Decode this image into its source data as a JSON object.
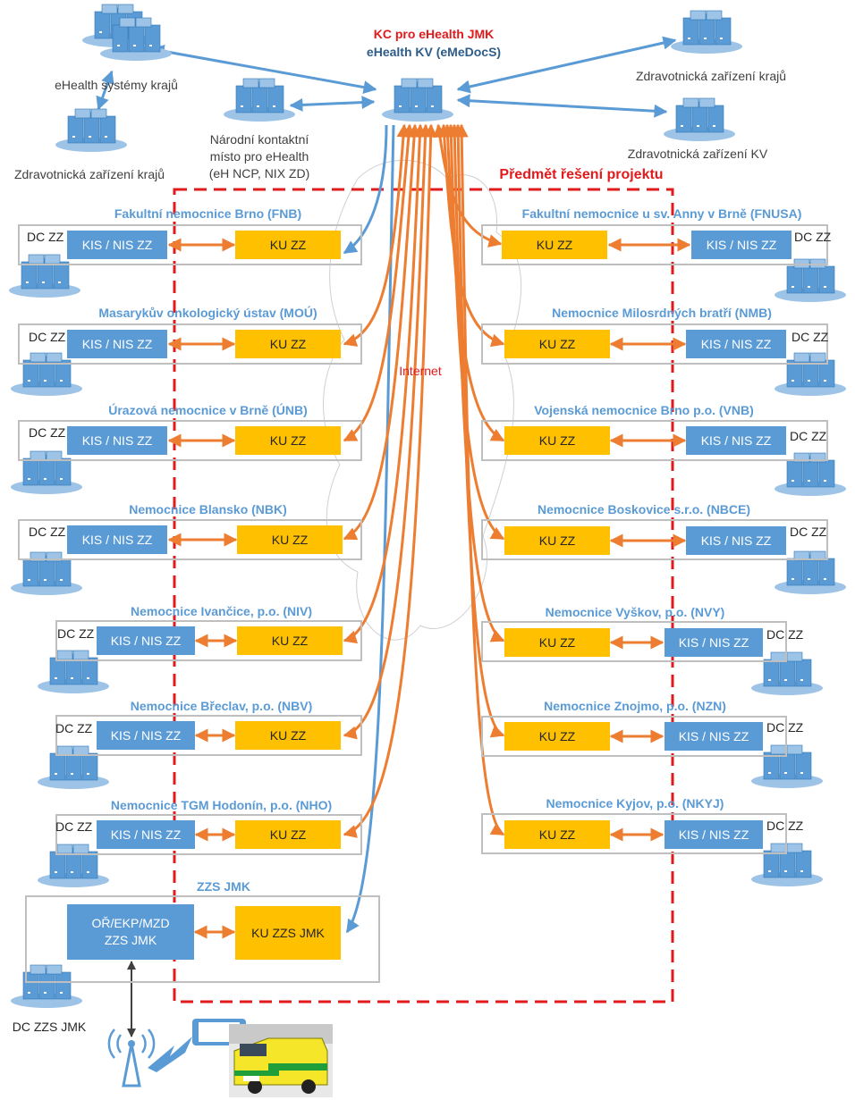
{
  "top": {
    "kc_title": "KC pro eHealth JMK",
    "kv_title": "eHealth KV (eMeDocS)",
    "ehealth_systems": "eHealth systémy krajů",
    "zz_kraju_left": "Zdravotnická zařízení krajů",
    "ncp_line1": "Národní kontaktní",
    "ncp_line2": "místo pro eHealth",
    "ncp_line3": "(eH NCP, NIX ZD)",
    "zz_kraju_right": "Zdravotnická zařízení krajů",
    "zz_kv": "Zdravotnická zařízení KV"
  },
  "project_scope": "Předmět řešení projektu",
  "internet": "Internet",
  "labels": {
    "kis": "KIS / NIS ZZ",
    "ku": "KU ZZ",
    "dc": "DC ZZ"
  },
  "left_hospitals": [
    {
      "name": "Fakultní nemocnice Brno (FNB)"
    },
    {
      "name": "Masarykův onkologický ústav (MOÚ)"
    },
    {
      "name": "Úrazová nemocnice v Brně (ÚNB)"
    },
    {
      "name": "Nemocnice Blansko (NBK)"
    },
    {
      "name": "Nemocnice Ivančice, p.o. (NIV)"
    },
    {
      "name": "Nemocnice Břeclav, p.o. (NBV)"
    },
    {
      "name": "Nemocnice TGM Hodonín, p.o. (NHO)"
    }
  ],
  "right_hospitals": [
    {
      "name": "Fakultní nemocnice u sv. Anny v Brně (FNUSA)"
    },
    {
      "name": "Nemocnice Milosrdných bratří (NMB)"
    },
    {
      "name": "Vojenská nemocnice Brno p.o. (VNB)"
    },
    {
      "name": "Nemocnice Boskovice s.r.o. (NBCE)"
    },
    {
      "name": "Nemocnice Vyškov, p.o. (NVY)"
    },
    {
      "name": "Nemocnice Znojmo, p.o. (NZN)"
    },
    {
      "name": "Nemocnice Kyjov, p.o. (NKYJ)"
    }
  ],
  "zzs": {
    "title": "ZZS JMK",
    "or_line1": "OŘ/EKP/MZD",
    "or_line2": "ZZS JMK",
    "ku": "KU ZZS JMK",
    "dc": "DC ZZS JMK"
  },
  "colors": {
    "blue": "#5b9bd5",
    "orange": "#ed7d31",
    "yellow": "#ffc000",
    "red": "#e31a1c",
    "frame": "#bfbfbf"
  }
}
